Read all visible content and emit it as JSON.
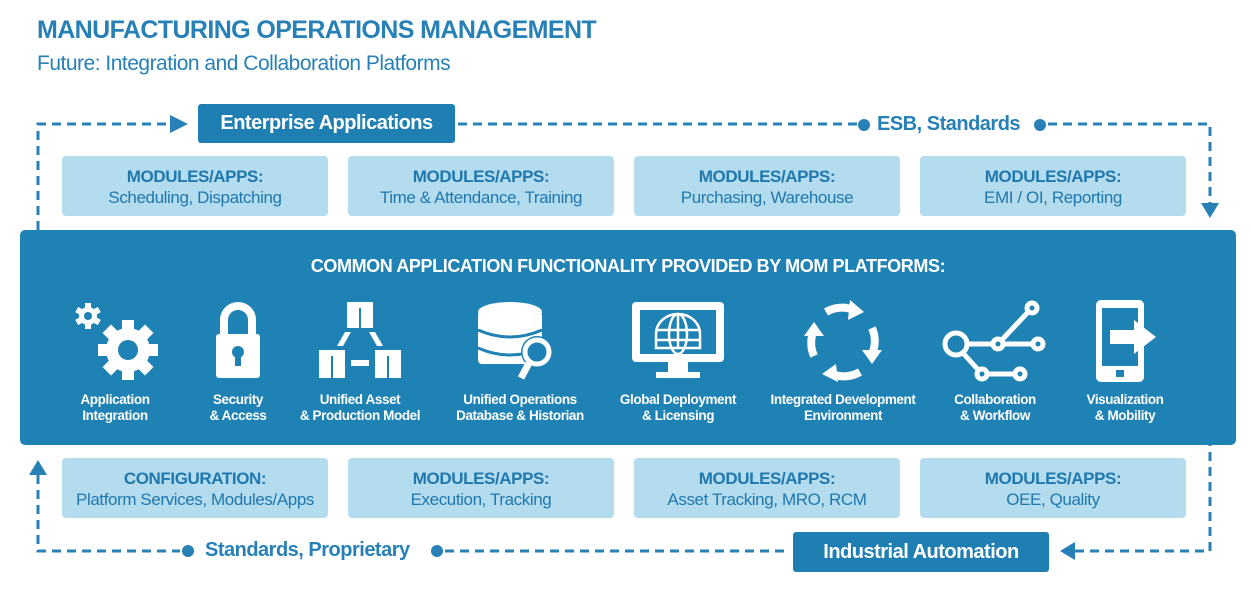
{
  "header": {
    "title": "MANUFACTURING OPERATIONS MANAGEMENT",
    "subtitle": "Future: Integration and Collaboration Platforms"
  },
  "top_flow": {
    "box": "Enterprise Applications",
    "label": "ESB, Standards"
  },
  "bottom_flow": {
    "box": "Industrial Automation",
    "label": "Standards, Proprietary"
  },
  "top_modules": [
    {
      "heading": "MODULES/APPS:",
      "text": "Scheduling, Dispatching"
    },
    {
      "heading": "MODULES/APPS:",
      "text": "Time & Attendance, Training"
    },
    {
      "heading": "MODULES/APPS:",
      "text": "Purchasing, Warehouse"
    },
    {
      "heading": "MODULES/APPS:",
      "text": "EMI / OI, Reporting"
    }
  ],
  "bottom_modules": [
    {
      "heading": "CONFIGURATION:",
      "text": "Platform Services, Modules/Apps"
    },
    {
      "heading": "MODULES/APPS:",
      "text": "Execution, Tracking"
    },
    {
      "heading": "MODULES/APPS:",
      "text": "Asset Tracking, MRO, RCM"
    },
    {
      "heading": "MODULES/APPS:",
      "text": "OEE, Quality"
    }
  ],
  "platform": {
    "heading": "COMMON APPLICATION FUNCTIONALITY PROVIDED BY MOM PLATFORMS:",
    "features": [
      {
        "icon": "gears-icon",
        "line1": "Application",
        "line2": "Integration"
      },
      {
        "icon": "padlock-icon",
        "line1": "Security",
        "line2": "& Access"
      },
      {
        "icon": "cubes-icon",
        "line1": "Unified Asset",
        "line2": "& Production Model"
      },
      {
        "icon": "database-search-icon",
        "line1": "Unified Operations",
        "line2": "Database & Historian"
      },
      {
        "icon": "globe-monitor-icon",
        "line1": "Global Deployment",
        "line2": "& Licensing"
      },
      {
        "icon": "cycle-arrows-icon",
        "line1": "Integrated Development",
        "line2": "Environment"
      },
      {
        "icon": "network-icon",
        "line1": "Collaboration",
        "line2": "& Workflow"
      },
      {
        "icon": "mobile-share-icon",
        "line1": "Visualization",
        "line2": "& Mobility"
      }
    ]
  },
  "colors": {
    "primary": "#1f82b5",
    "light": "#b4dcef",
    "text": "#2780b6"
  }
}
